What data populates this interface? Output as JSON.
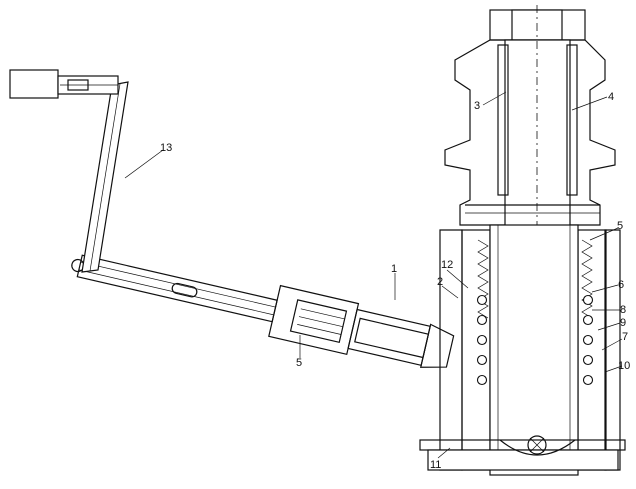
{
  "callouts": [
    {
      "id": "1",
      "text": "1"
    },
    {
      "id": "2",
      "text": "2"
    },
    {
      "id": "3",
      "text": "3"
    },
    {
      "id": "4",
      "text": "4"
    },
    {
      "id": "5a",
      "text": "5"
    },
    {
      "id": "5b",
      "text": "5"
    },
    {
      "id": "6",
      "text": "6"
    },
    {
      "id": "7",
      "text": "7"
    },
    {
      "id": "8",
      "text": "8"
    },
    {
      "id": "9",
      "text": "9"
    },
    {
      "id": "10",
      "text": "10"
    },
    {
      "id": "11",
      "text": "11"
    },
    {
      "id": "12",
      "text": "12"
    },
    {
      "id": "13",
      "text": "13"
    }
  ]
}
